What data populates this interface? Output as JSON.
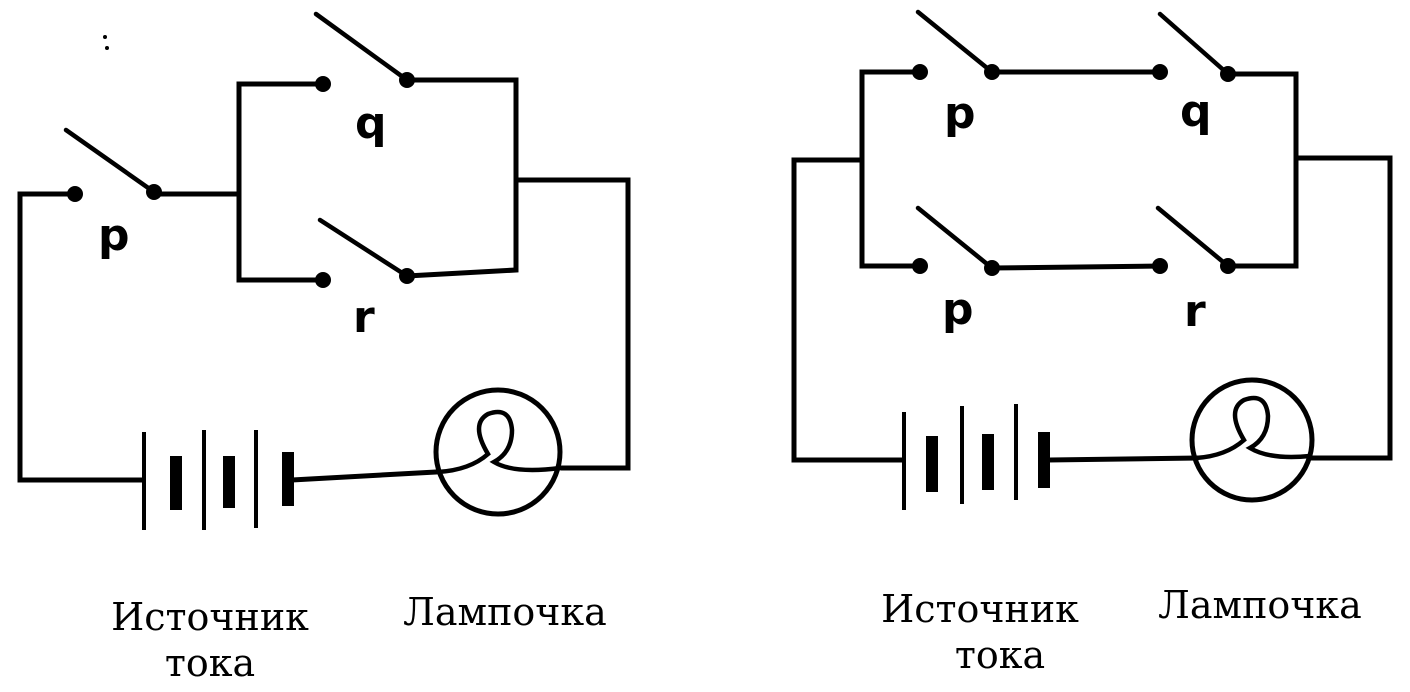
{
  "diagrams": [
    {
      "switch_labels": {
        "p": "p",
        "q": "q",
        "r": "r"
      },
      "captions": {
        "source_line1": "Источник",
        "source_line2": "тока",
        "lamp": "Лампочка"
      }
    },
    {
      "switch_labels": {
        "p_top": "p",
        "q_top": "q",
        "p_bottom": "p",
        "r_bottom": "r"
      },
      "captions": {
        "source_line1": "Источник",
        "source_line2": "тока",
        "lamp": "Лампочка"
      }
    }
  ]
}
